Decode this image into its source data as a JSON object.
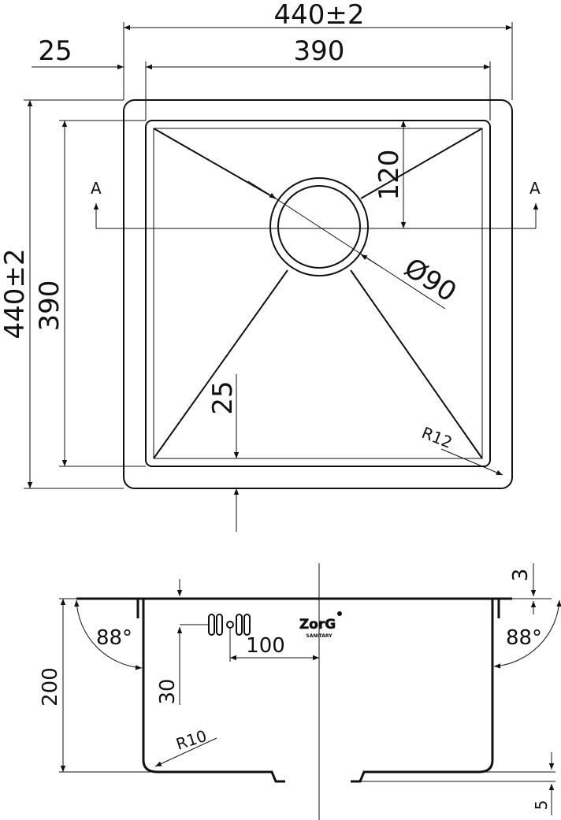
{
  "top_view": {
    "overall_width": "440±2",
    "offset": "25",
    "bowl_width": "390",
    "overall_height": "440±2",
    "bowl_height": "390",
    "drain_offset": "120",
    "drain_diameter": "Ø90",
    "rim_offset": "25",
    "corner_radius": "R12",
    "section_mark_left": "A",
    "section_mark_right": "A"
  },
  "section_view": {
    "flange_thickness": "3",
    "angle_left": "88°",
    "angle_right": "88°",
    "overflow_distance": "100",
    "overflow_depth": "30",
    "depth": "200",
    "bottom_radius": "R10",
    "bottom_offset": "5",
    "logo": {
      "brand": "ZorG",
      "sub": "SANITARY"
    }
  },
  "colors": {
    "line": "#111111",
    "background": "#ffffff"
  }
}
